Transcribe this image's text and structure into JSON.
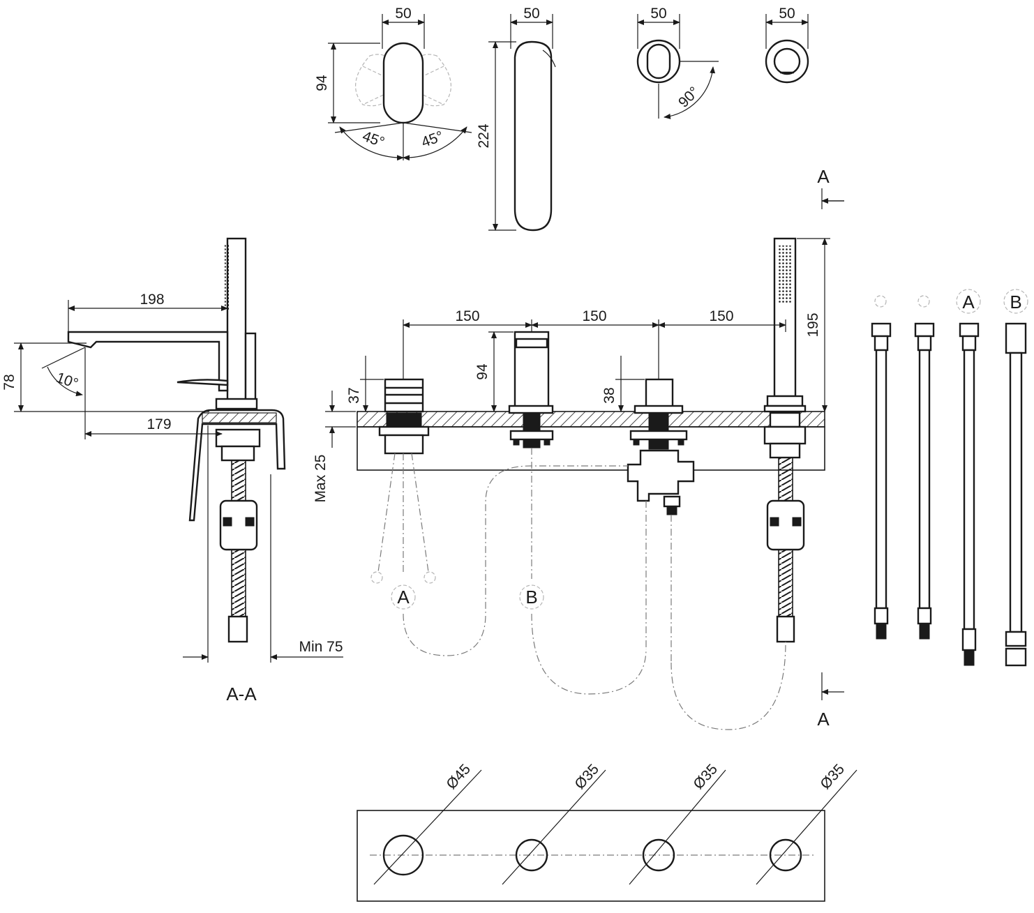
{
  "top_views": {
    "widths": [
      "50",
      "50",
      "50",
      "50"
    ],
    "lever_height": "94",
    "angle_left": "45°",
    "angle_right": "45°",
    "spout_height": "224",
    "knob_angle": "90°"
  },
  "section": {
    "label": "A-A",
    "spout_length": "198",
    "height": "78",
    "spout_angle": "10°",
    "reach": "179",
    "min_clearance": "Min 75"
  },
  "front": {
    "spacing": [
      "150",
      "150",
      "150"
    ],
    "mixer_height": "37",
    "spout_height": "94",
    "diverter_height": "38",
    "shower_height": "195",
    "max_thickness": "Max 25",
    "cut_marker": "A",
    "hose_labels": [
      "A",
      "B"
    ]
  },
  "hoses": {
    "labels": [
      "A",
      "B"
    ]
  },
  "plate": {
    "holes": [
      "Ø45",
      "Ø35",
      "Ø35",
      "Ø35"
    ]
  },
  "colors": {
    "line": "#1a1a1a",
    "hatch": "#1a1a1a",
    "ghost": "#b5b5b5"
  }
}
